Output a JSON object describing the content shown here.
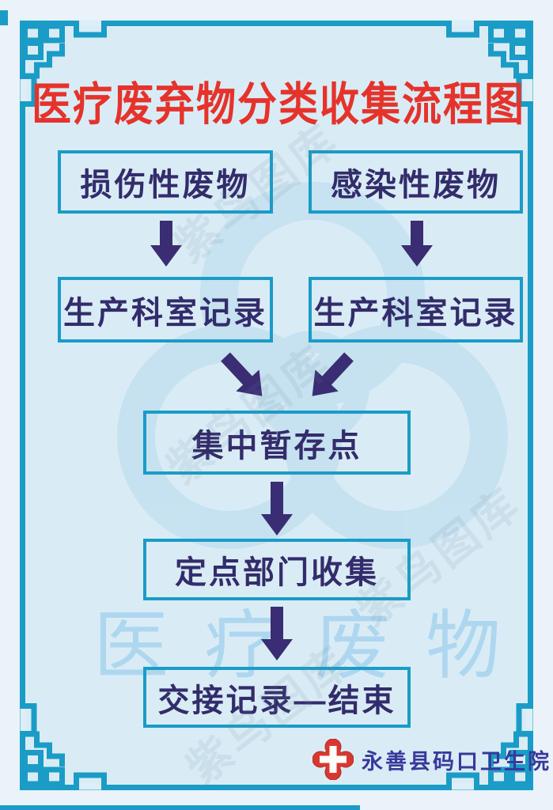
{
  "poster": {
    "title": "医疗废弃物分类收集流程图",
    "flow": {
      "nodes": [
        {
          "id": "injurious-waste",
          "label": "损伤性废物"
        },
        {
          "id": "infectious-waste",
          "label": "感染性废物"
        },
        {
          "id": "dept-record-left",
          "label": "生产科室记录"
        },
        {
          "id": "dept-record-right",
          "label": "生产科室记录"
        },
        {
          "id": "central-storage",
          "label": "集中暂存点"
        },
        {
          "id": "designated-collection",
          "label": "定点部门收集"
        },
        {
          "id": "handover-end",
          "label": "交接记录—结束"
        }
      ]
    },
    "watermarks": {
      "big_text": "医疗废物",
      "stock_watermark": "紫鸟图库"
    },
    "footer": {
      "org_name": "永善县码口卫生院"
    },
    "colors": {
      "background": "#d9ecf6",
      "frame_teal": "#1a9cc7",
      "title_red": "#e5332b",
      "node_text": "#332c6b",
      "arrow_purple": "#3a2d73",
      "footer_blue": "#38389b",
      "logo_red": "#d8372f",
      "watermark_blue": "#bcdcee"
    }
  }
}
